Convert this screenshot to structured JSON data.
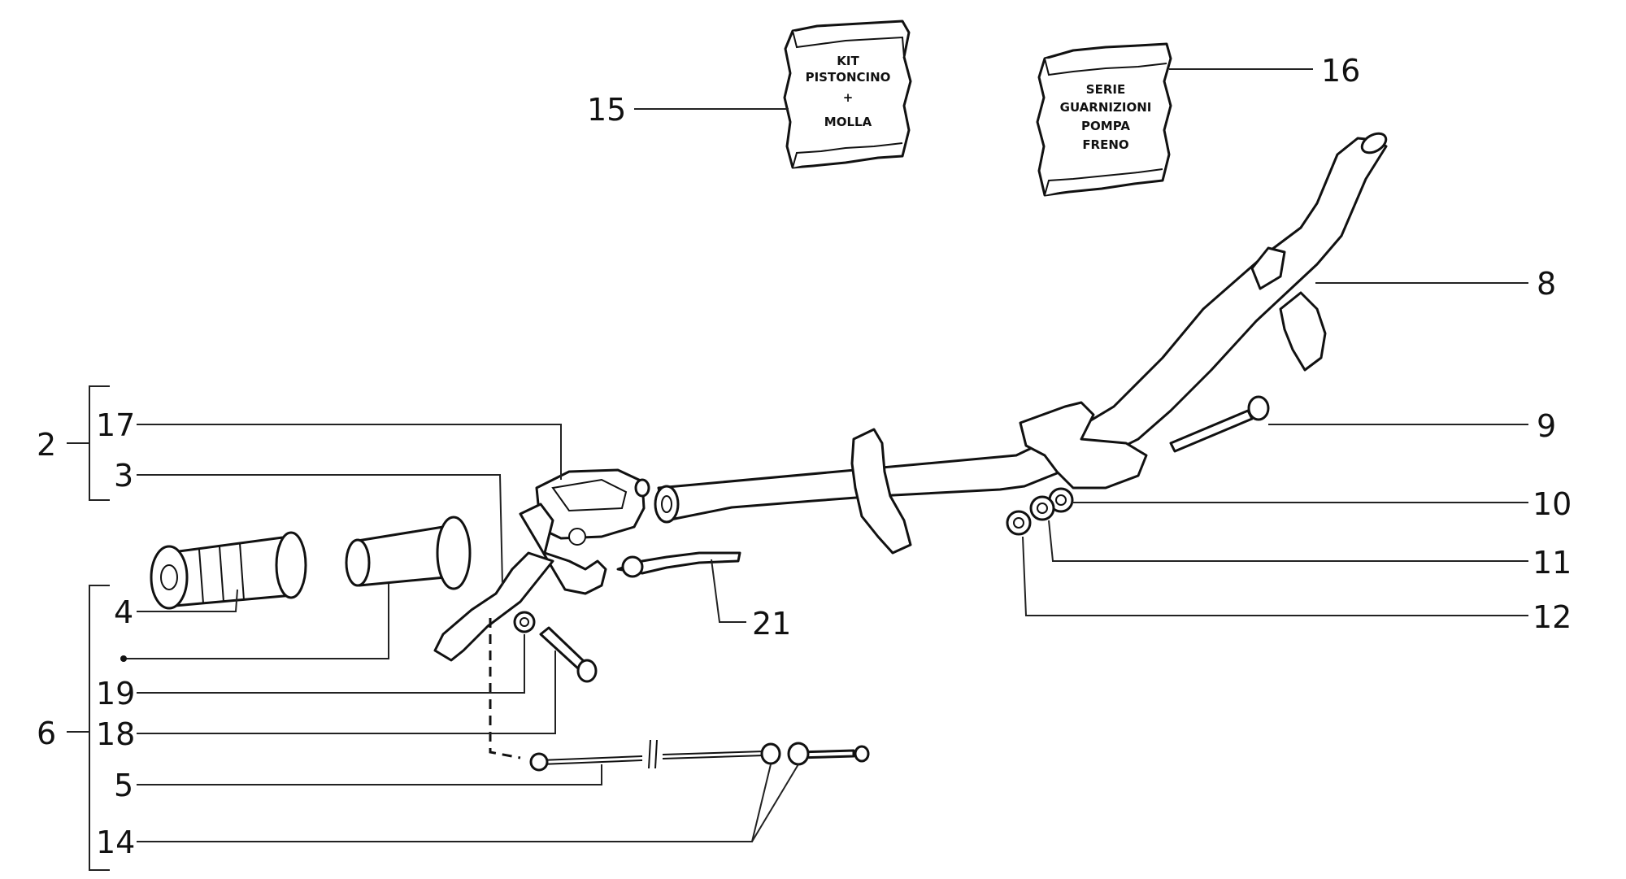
{
  "callouts": {
    "n2": "2",
    "n3": "3",
    "n4": "4",
    "n5": "5",
    "n6": "6",
    "n8": "8",
    "n9": "9",
    "n10": "10",
    "n11": "11",
    "n12": "12",
    "n14": "14",
    "n15": "15",
    "n16": "16",
    "n17": "17",
    "n18": "18",
    "n19": "19",
    "n21": "21"
  },
  "kit_bag_15": {
    "line1": "KIT",
    "line2": "PISTONCINO",
    "line3": "+",
    "line4": "MOLLA"
  },
  "kit_bag_16": {
    "line1": "SERIE",
    "line2": "GUARNIZIONI",
    "line3": "POMPA",
    "line4": "FRENO"
  }
}
